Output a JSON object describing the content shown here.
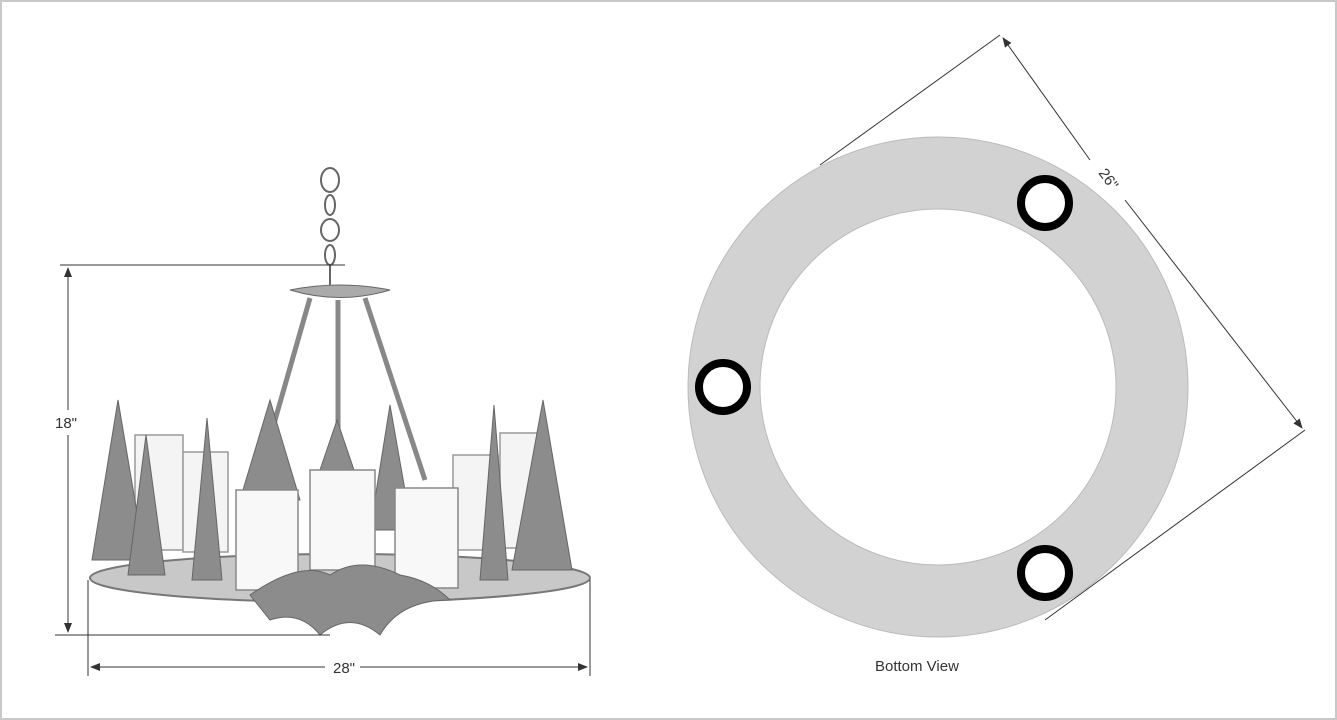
{
  "front_view": {
    "height_label": "18\"",
    "width_label": "28\""
  },
  "bottom_view": {
    "diameter_label": "26\"",
    "caption": "Bottom View"
  },
  "colors": {
    "ring": "#d2d2d2",
    "trees": "#8c8c8c",
    "line": "#333333",
    "holes": "#000000"
  }
}
